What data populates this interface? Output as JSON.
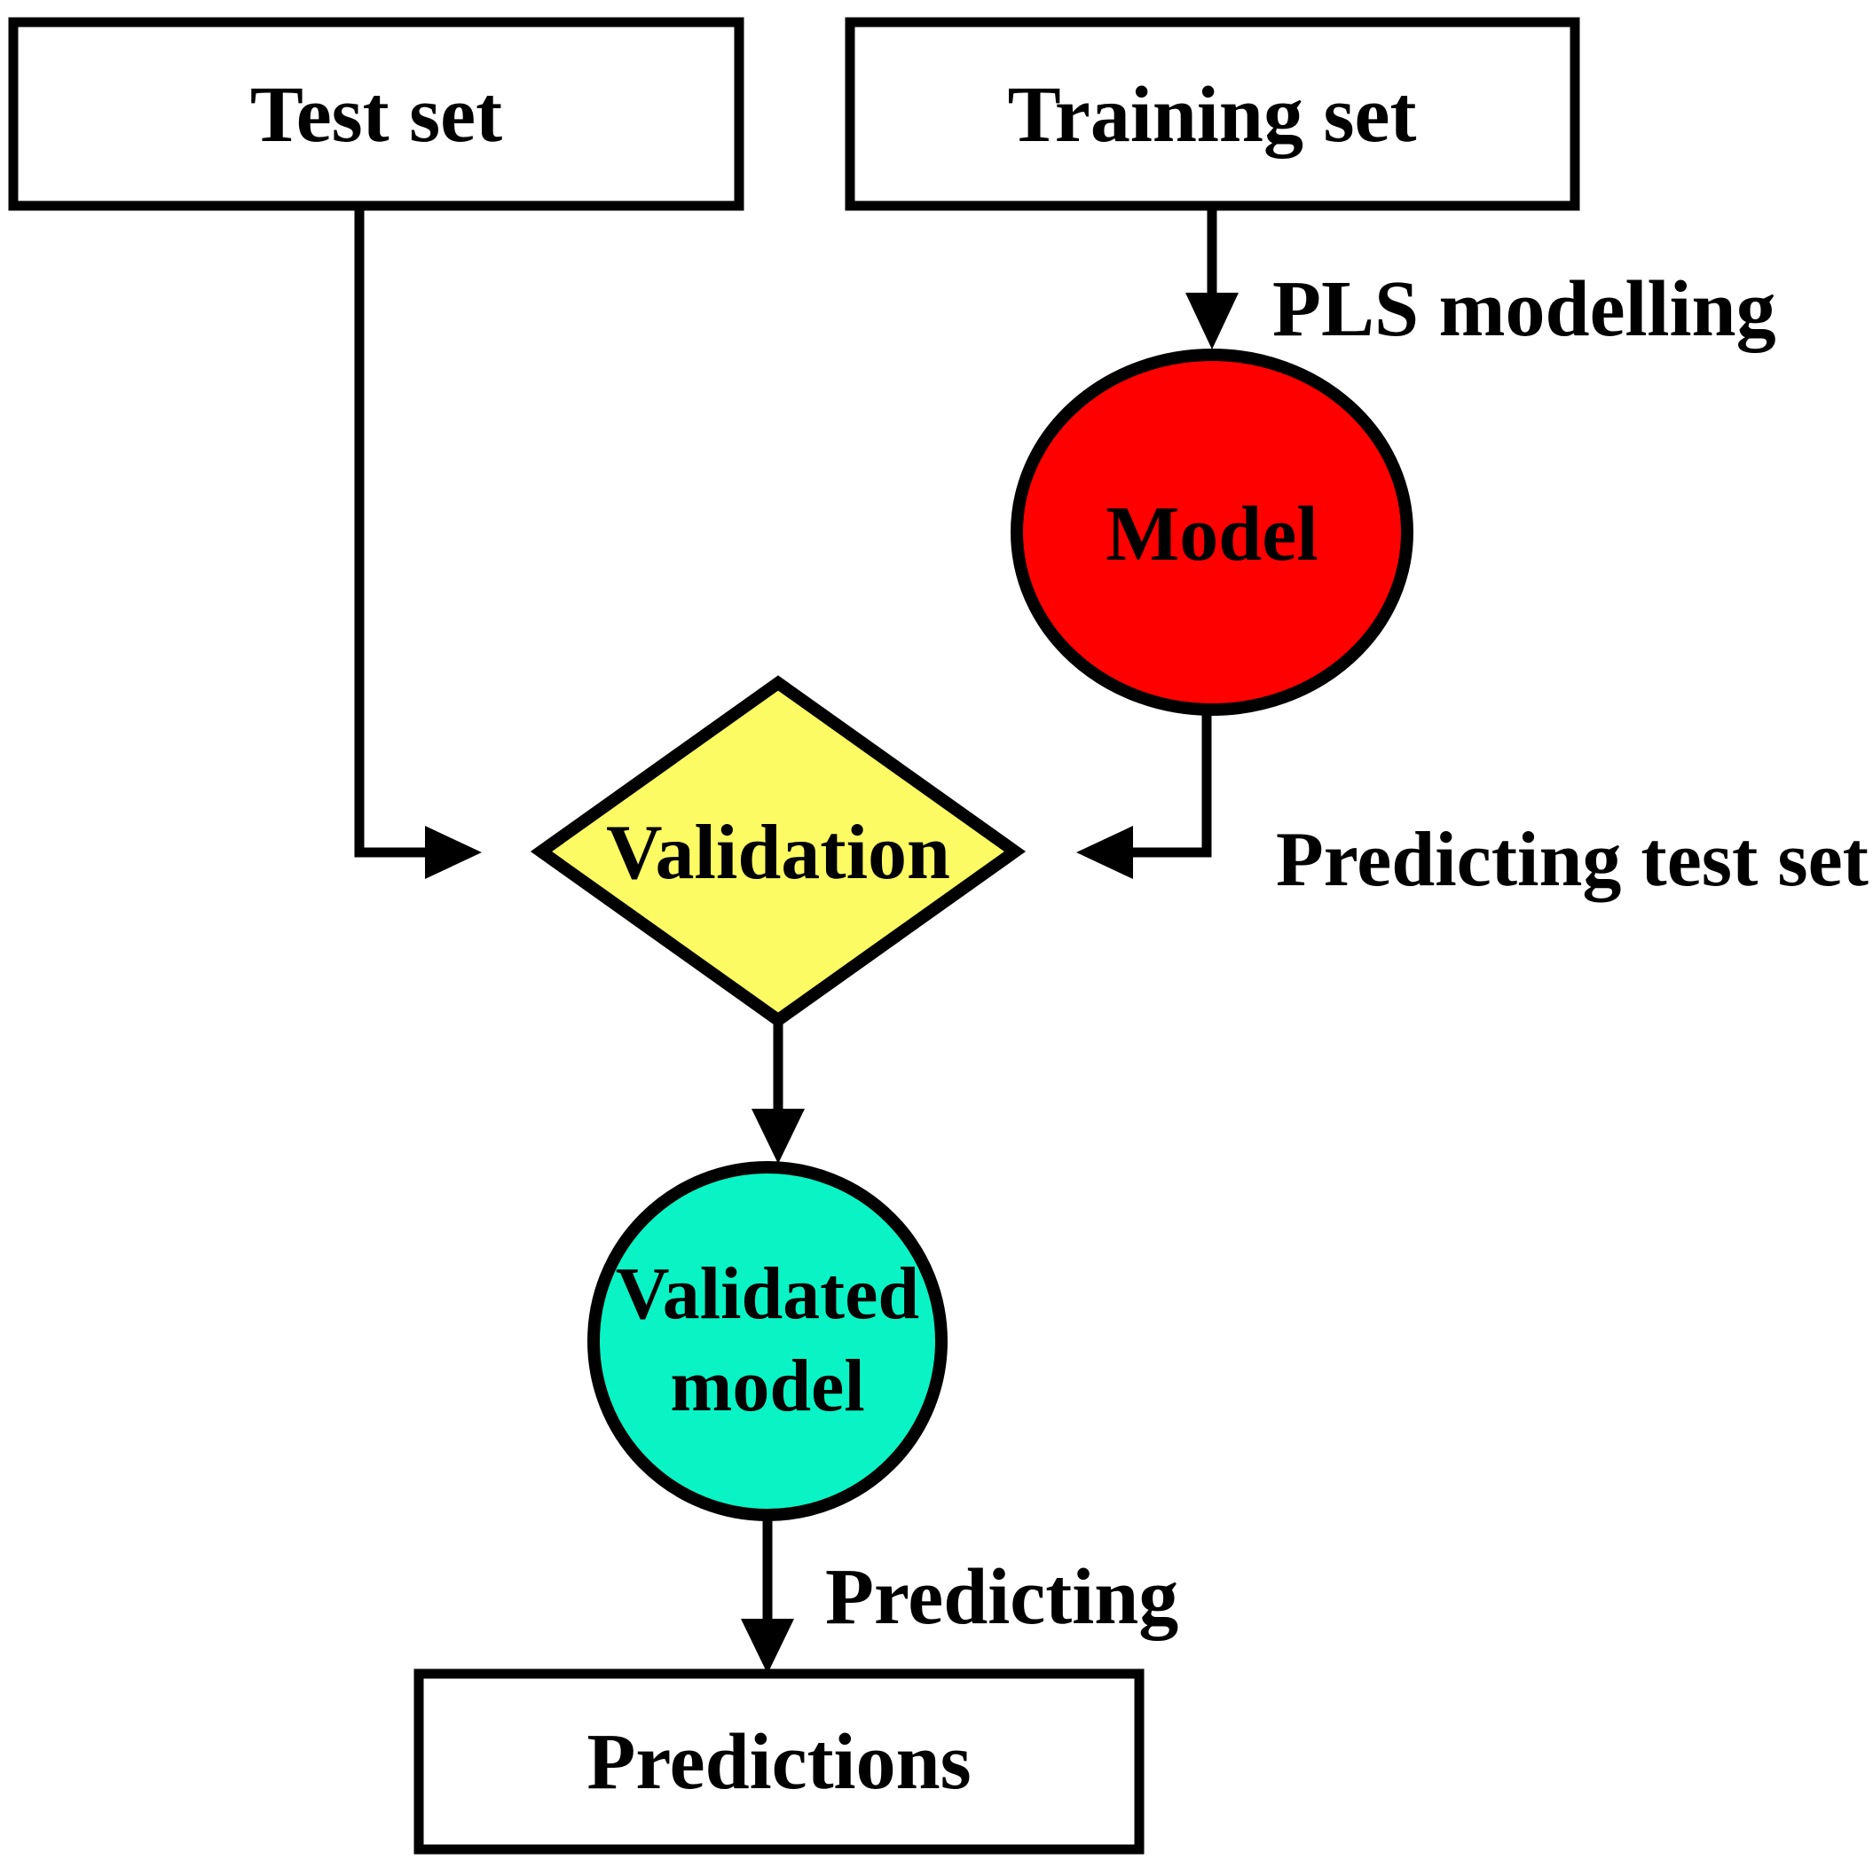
{
  "diagram": {
    "type": "flowchart",
    "background": "#ffffff",
    "line_color": "#000000"
  },
  "nodes": {
    "test_set": {
      "label": "Test set",
      "shape": "rectangle",
      "fill": "#ffffff"
    },
    "training_set": {
      "label": "Training set",
      "shape": "rectangle",
      "fill": "#ffffff"
    },
    "model": {
      "label": "Model",
      "shape": "circle",
      "fill": "#fe0000"
    },
    "validation": {
      "label": "Validation",
      "shape": "diamond",
      "fill": "#fdfb63"
    },
    "validated_model": {
      "label": "Validated model",
      "line1": "Validated",
      "line2": "model",
      "shape": "circle",
      "fill": "#0af3c4"
    },
    "predictions": {
      "label": "Predictions",
      "shape": "rectangle",
      "fill": "#ffffff"
    }
  },
  "edge_labels": {
    "pls_modelling": "PLS modelling",
    "predicting_test_set": "Predicting test set",
    "predicting": "Predicting"
  }
}
